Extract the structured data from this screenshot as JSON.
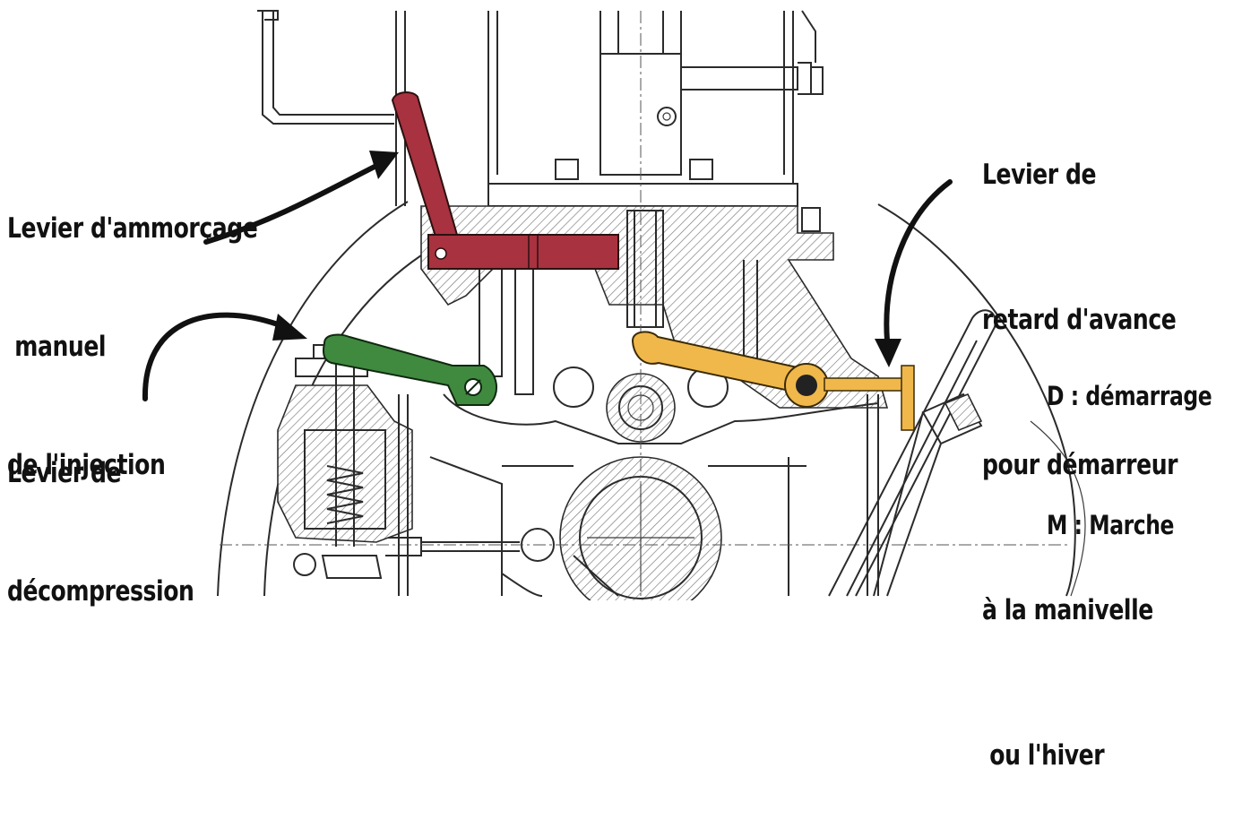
{
  "labels": {
    "priming_lever": [
      "Levier d'ammorçage",
      " manuel",
      "de l'injection"
    ],
    "advance_lever": [
      "Levier de",
      "retard d'avance",
      "pour démarreur",
      "à la manivelle",
      " ou l'hiver"
    ],
    "positions": [
      "D : démarrage",
      "M : Marche"
    ],
    "decompression_lever": [
      "Levier de",
      "décompression"
    ]
  },
  "colors": {
    "priming_lever": "#a8323f",
    "decompression_lever": "#3f8a3f",
    "advance_lever": "#f0b84a",
    "ink": "#111111"
  }
}
